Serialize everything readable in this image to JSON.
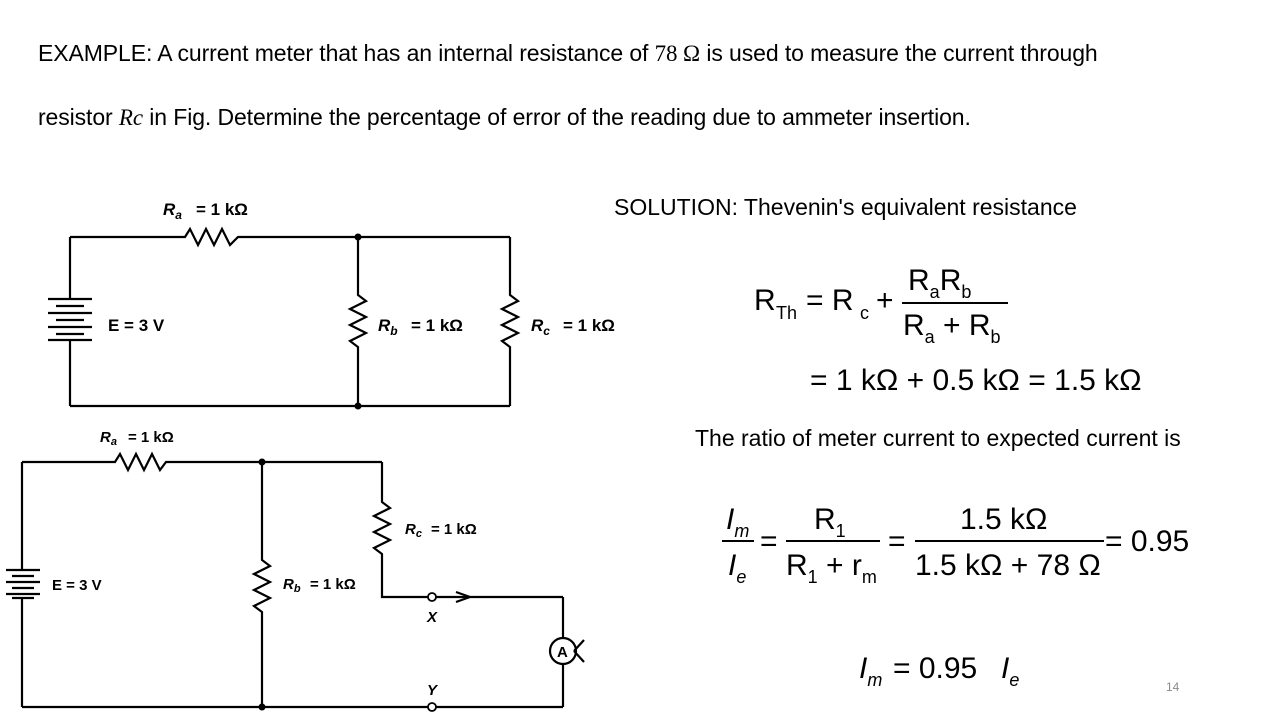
{
  "problem": {
    "line1_pre": "EXAMPLE: A current meter that has an internal resistance of ",
    "line1_value": "78 Ω",
    "line1_post": " is used to measure the current through",
    "line2_pre": "resistor ",
    "line2_var": "Rc",
    "line2_post": " in Fig.  Determine the percentage of error of the reading due to ammeter insertion."
  },
  "solution": {
    "heading": "SOLUTION: Thevenin's equivalent resistance",
    "ratio_text": "The ratio of meter current to expected current is"
  },
  "circuit1": {
    "ra_label": "= 1 kΩ",
    "e_label": "E = 3 V",
    "rb_label": "= 1 kΩ",
    "rc_label": "= 1 kΩ"
  },
  "circuit2": {
    "ra_label": "= 1 kΩ",
    "rc_label": "= 1 kΩ",
    "e_label": "E = 3 V",
    "rb_label": "= 1 kΩ",
    "x_label": "X",
    "y_label": "Y",
    "meter_label": "A"
  },
  "eq1": {
    "rth": "R",
    "rth_sub": "Th",
    "line2": "= 1 kΩ + 0.5 kΩ = 1.5 kΩ"
  },
  "eq2": {
    "num_mid": "1.5 kΩ",
    "den_mid": "1.5 kΩ + 78 Ω",
    "result": "= 0.95"
  },
  "eq3": {
    "text": "= 0.95"
  },
  "page_number": "14"
}
